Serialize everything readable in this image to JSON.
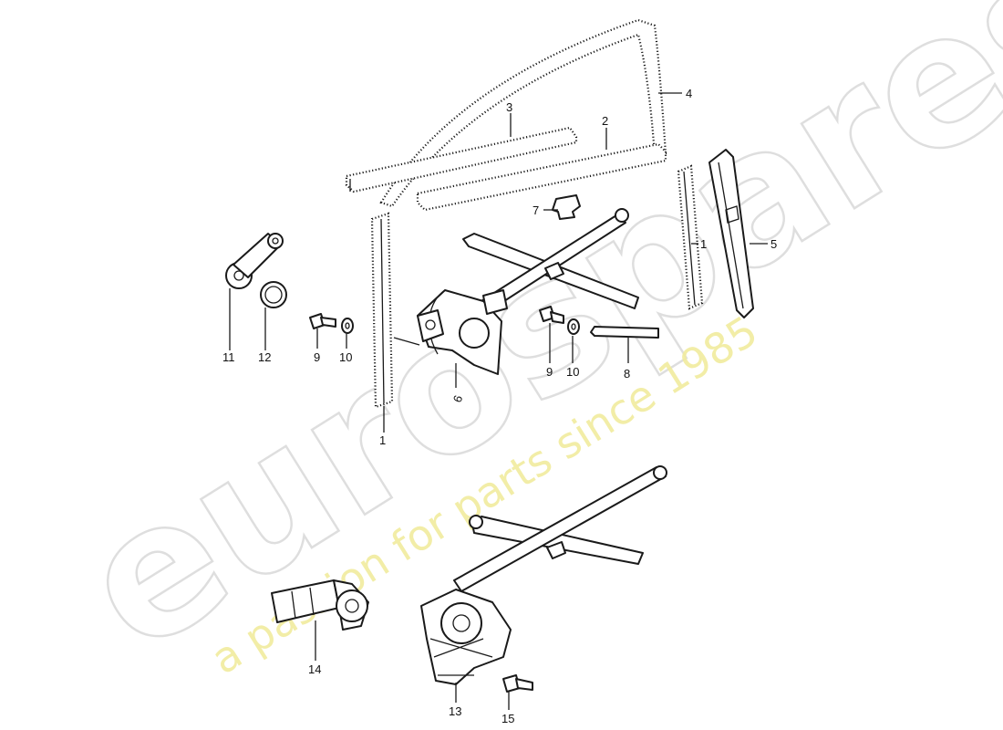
{
  "watermark": {
    "brand": "eurospares",
    "tagline": "a passion for parts since 1985",
    "brand_color": "#d9d9d9",
    "tagline_color": "#f1ec9e"
  },
  "callouts": {
    "c1a": "1",
    "c1b": "1",
    "c2": "2",
    "c3": "3",
    "c4": "4",
    "c5": "5",
    "c6": "6",
    "c7": "7",
    "c8": "8",
    "c9a": "9",
    "c9b": "9",
    "c10a": "10",
    "c10b": "10",
    "c11": "11",
    "c12": "12",
    "c13": "13",
    "c14": "14",
    "c15": "15"
  }
}
